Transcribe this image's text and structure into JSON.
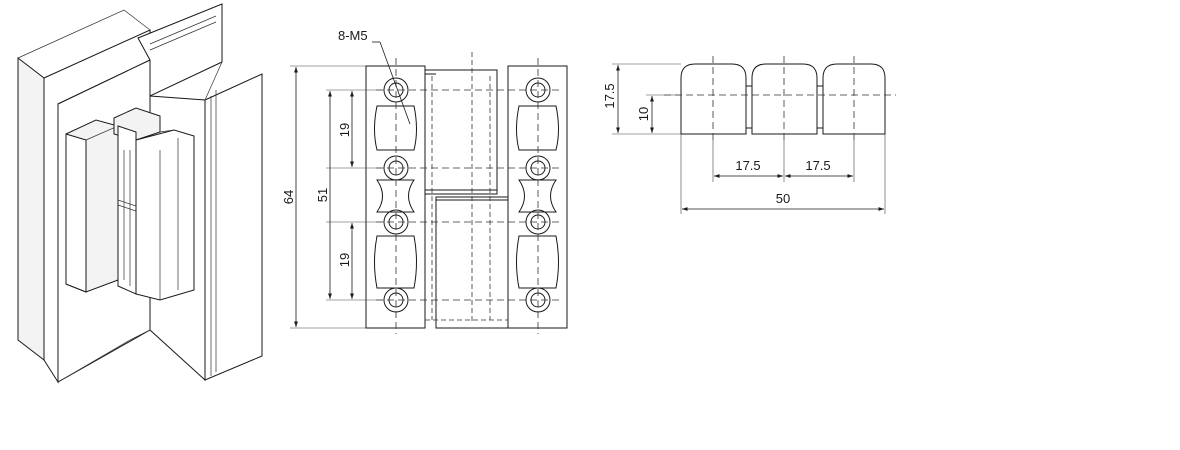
{
  "dimensions": {
    "hole_callout": "8-M5",
    "overall_height": "64",
    "hole_span": "51",
    "hole_pitch_upper": "19",
    "hole_pitch_lower": "19",
    "knuckle_height": "17.5",
    "knuckle_offset": "10",
    "knuckle_pitch_left": "17.5",
    "knuckle_pitch_right": "17.5",
    "overall_width": "50"
  }
}
